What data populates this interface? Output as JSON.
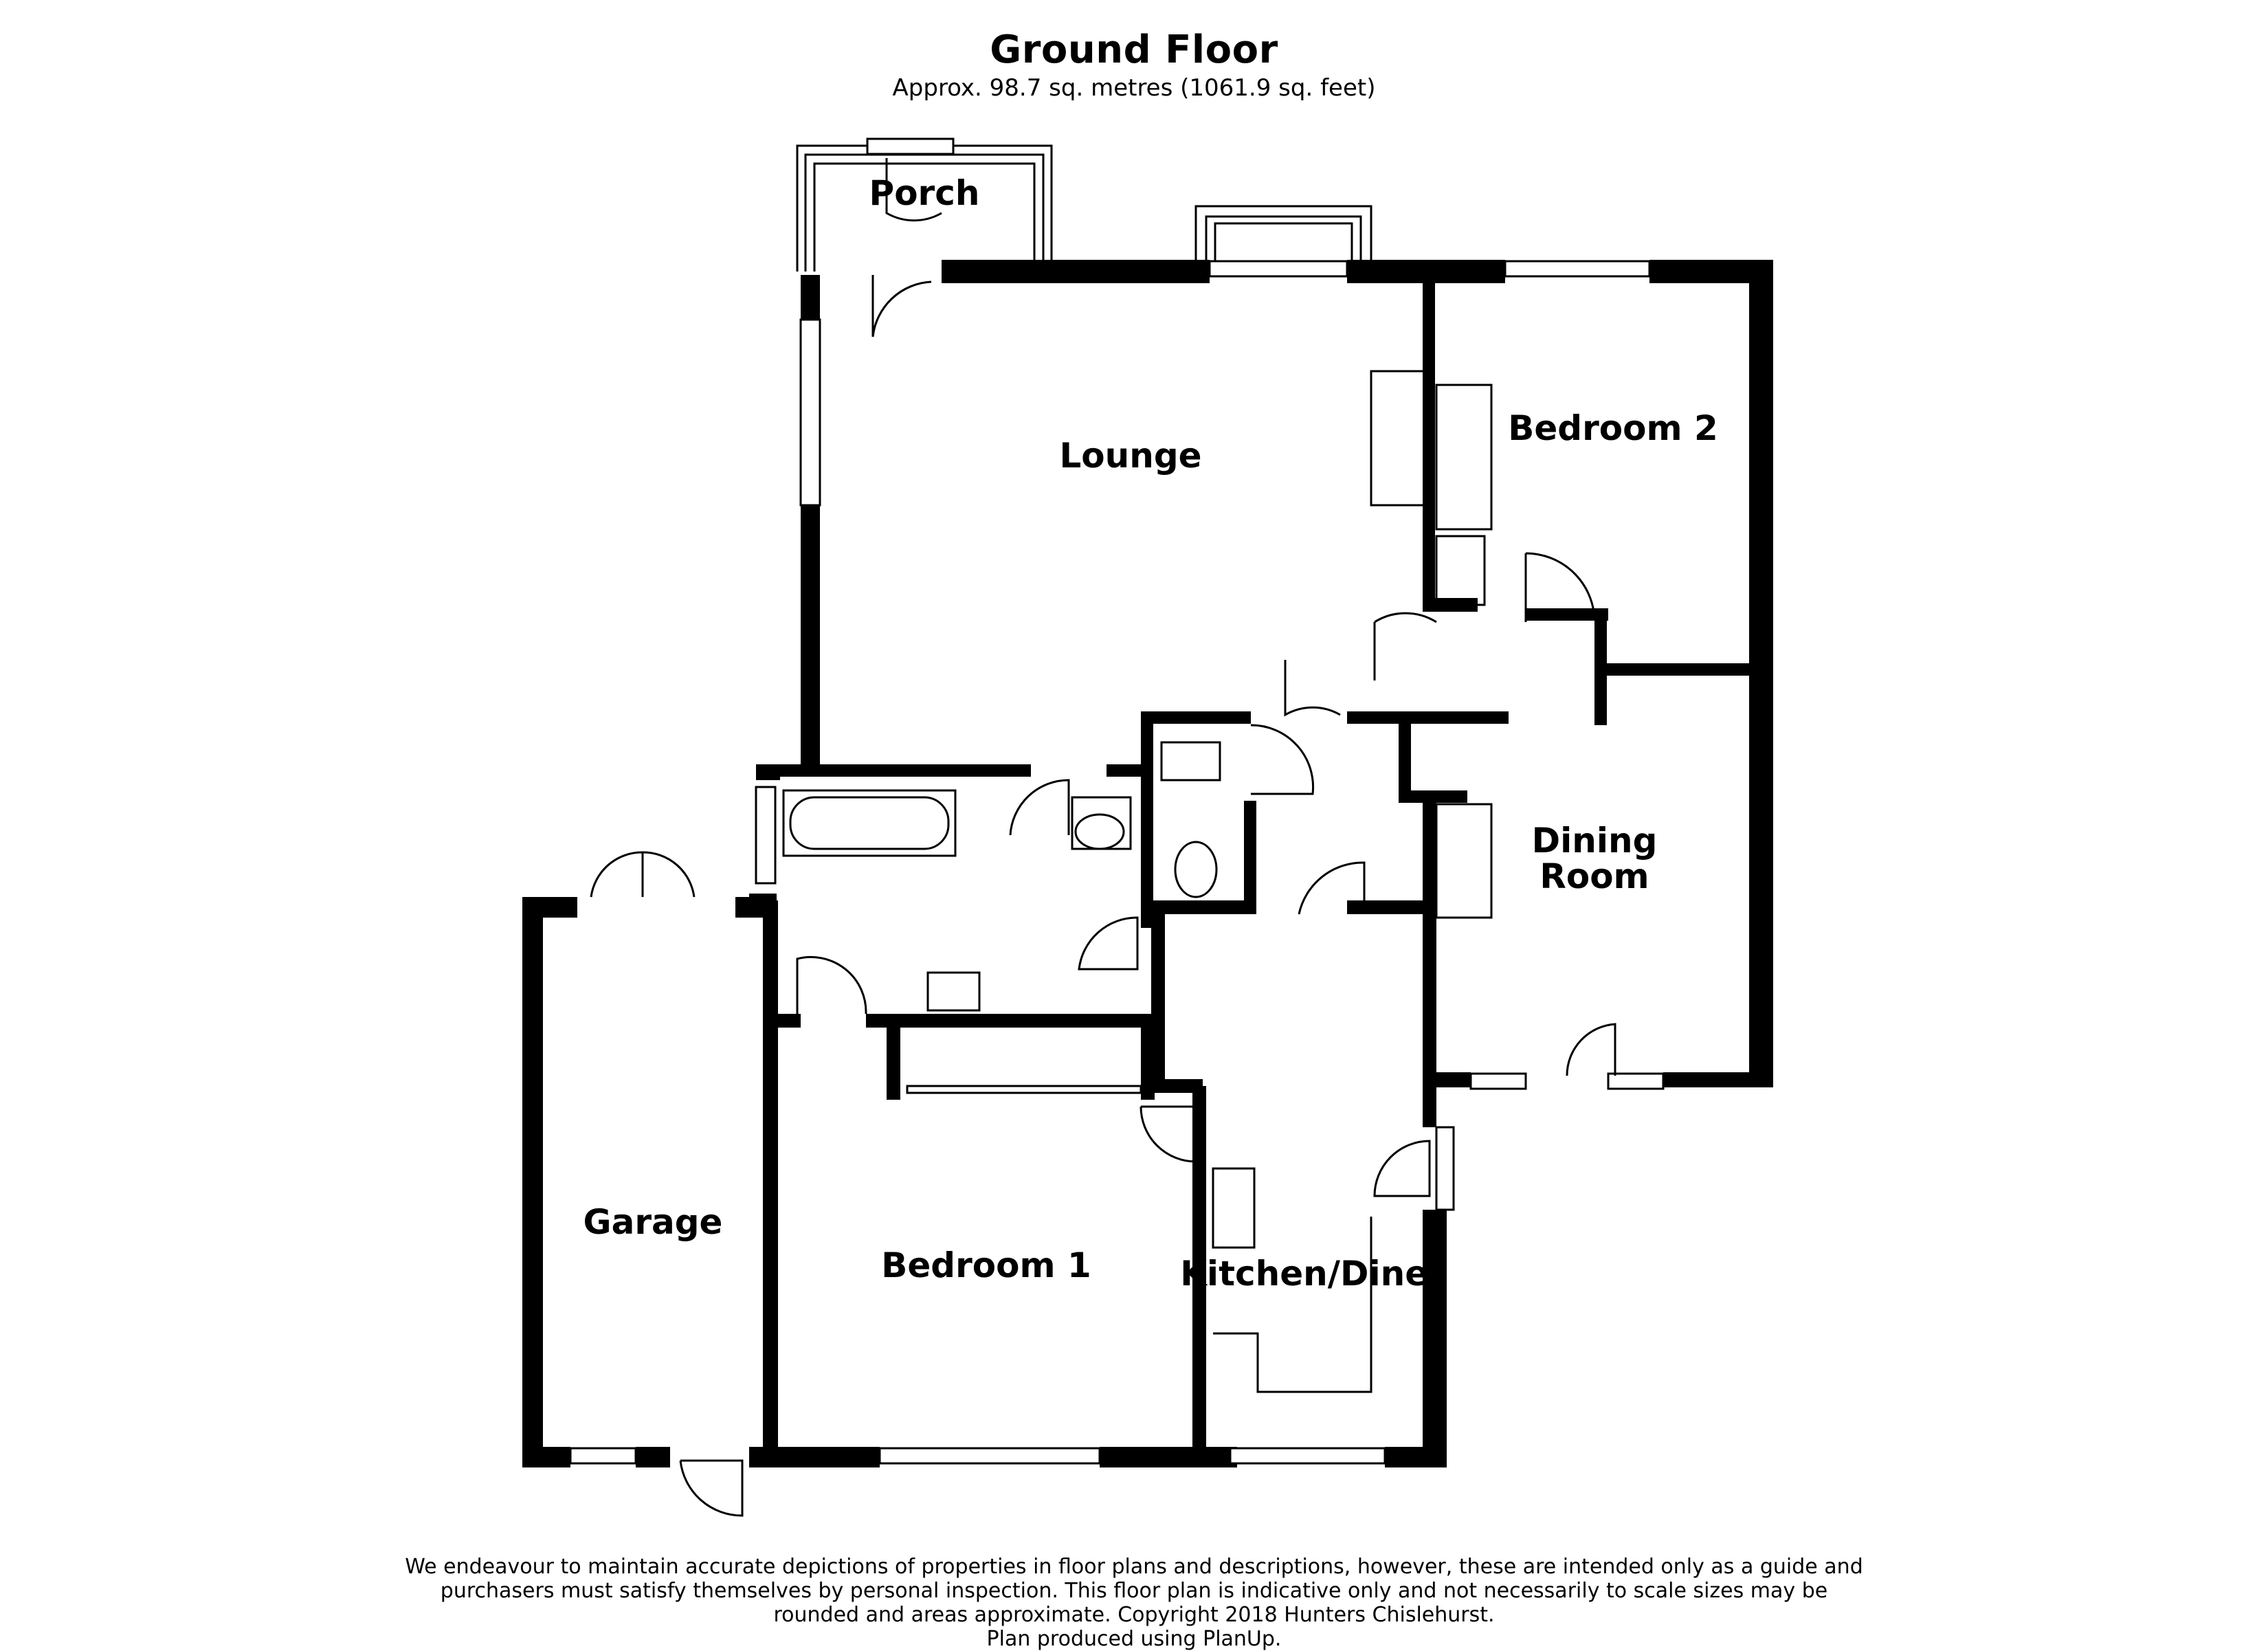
{
  "header": {
    "title": "Ground Floor",
    "area": "Approx. 98.7 sq. metres (1061.9 sq. feet)"
  },
  "rooms": {
    "porch": "Porch",
    "lounge": "Lounge",
    "bedroom2": "Bedroom 2",
    "dining_line1": "Dining",
    "dining_line2": "Room",
    "garage": "Garage",
    "bedroom1": "Bedroom 1",
    "kitchen": "Kitchen/Diner"
  },
  "footer": {
    "line1": "We endeavour to maintain accurate depictions of properties in floor plans and descriptions, however, these are intended only as a guide and",
    "line2": "purchasers must satisfy themselves by personal inspection. This floor plan is indicative only and not necessarily to scale sizes may be",
    "line3": "rounded and areas approximate. Copyright 2018 Hunters Chislehurst.",
    "line4": "Plan produced using PlanUp."
  },
  "colors": {
    "wall": "#000000",
    "background": "#ffffff",
    "fixture": "#000000"
  }
}
